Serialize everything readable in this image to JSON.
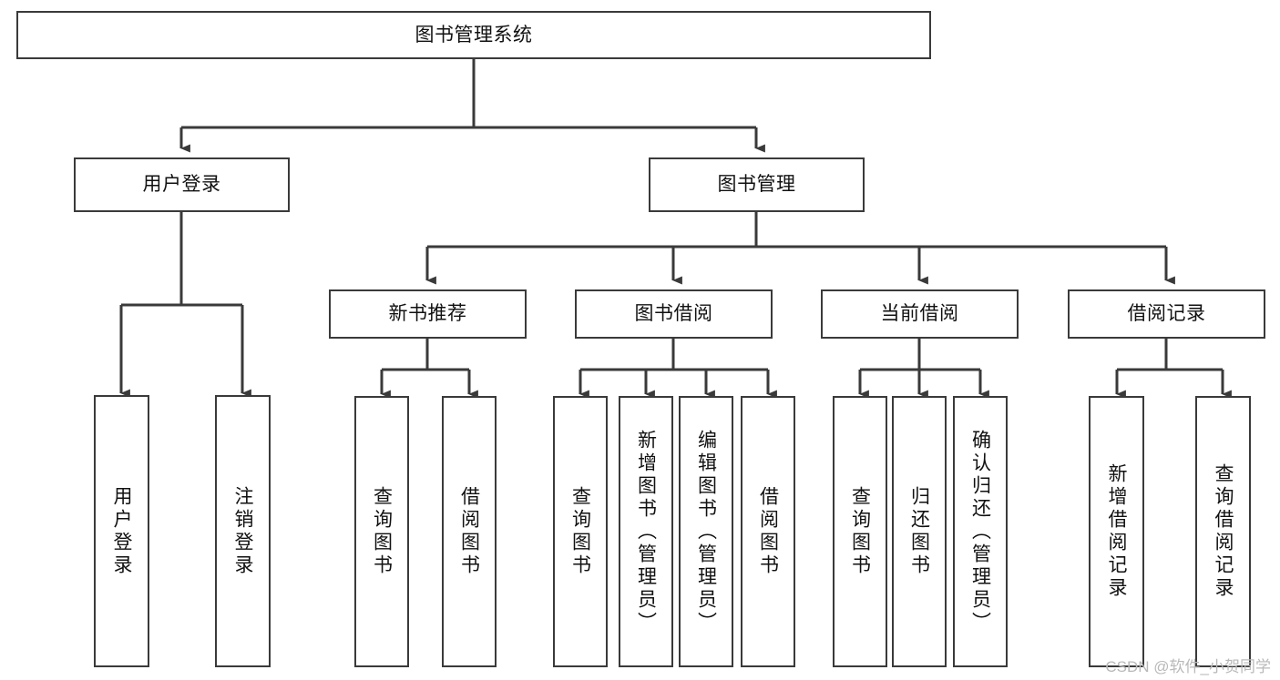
{
  "diagram": {
    "title_node": {
      "label": "图书管理系统"
    },
    "level2": [
      {
        "id": "user-login",
        "label": "用户登录"
      },
      {
        "id": "book-manage",
        "label": "图书管理"
      }
    ],
    "level3": [
      {
        "id": "new-book-recommend",
        "label": "新书推荐"
      },
      {
        "id": "book-borrow",
        "label": "图书借阅"
      },
      {
        "id": "current-borrow",
        "label": "当前借阅"
      },
      {
        "id": "borrow-record",
        "label": "借阅记录"
      }
    ],
    "leaves": {
      "user_login": [
        {
          "id": "leaf-user-login",
          "label": "用户登录"
        },
        {
          "id": "leaf-logout-login",
          "label": "注销登录"
        }
      ],
      "new_book_recommend": [
        {
          "id": "leaf-query-book-1",
          "label": "查询图书"
        },
        {
          "id": "leaf-borrow-book-1",
          "label": "借阅图书"
        }
      ],
      "book_borrow": [
        {
          "id": "leaf-query-book-2",
          "label": "查询图书"
        },
        {
          "id": "leaf-add-book-admin",
          "label": "新增图书（管理员）"
        },
        {
          "id": "leaf-edit-book-admin",
          "label": "编辑图书（管理员）"
        },
        {
          "id": "leaf-borrow-book-2",
          "label": "借阅图书"
        }
      ],
      "current_borrow": [
        {
          "id": "leaf-query-book-3",
          "label": "查询图书"
        },
        {
          "id": "leaf-return-book",
          "label": "归还图书"
        },
        {
          "id": "leaf-confirm-return-admin",
          "label": "确认归还（管理员）"
        }
      ],
      "borrow_record": [
        {
          "id": "leaf-add-borrow-record",
          "label": "新增借阅记录"
        },
        {
          "id": "leaf-query-borrow-record",
          "label": "查询借阅记录"
        }
      ]
    },
    "watermark": {
      "text": "CSDN @软件_小贺同学"
    },
    "colors": {
      "stroke": "#3a3a3a",
      "fill": "#ffffff",
      "text": "#111111",
      "watermark": "#b9b9b9"
    }
  }
}
